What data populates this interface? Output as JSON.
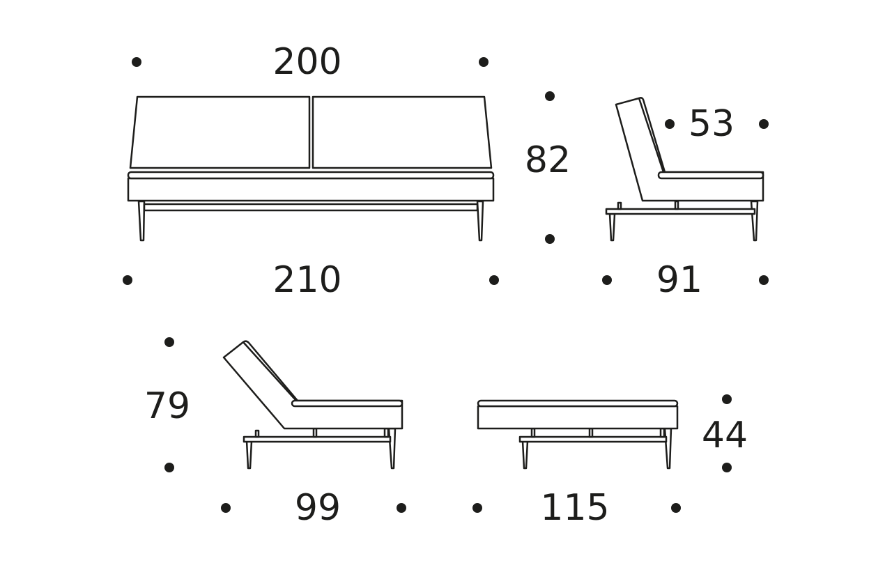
{
  "colors": {
    "line": "#1d1d1b",
    "background": "#ffffff"
  },
  "dimensions": {
    "front_backrest_width": "200",
    "front_total_width": "210",
    "total_height": "82",
    "side_seat_height_back": "53",
    "side_depth": "91",
    "recline_height": "79",
    "recline_depth": "99",
    "bed_height": "44",
    "bed_length": "115"
  }
}
